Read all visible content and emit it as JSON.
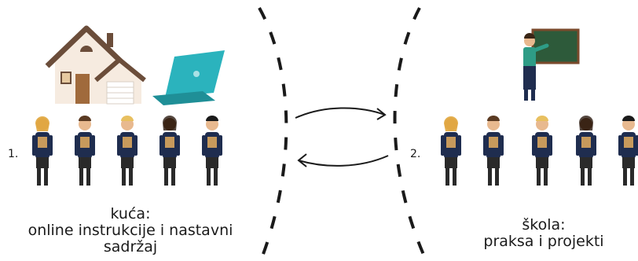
{
  "left_group": {
    "number": "1.",
    "caption_lines": [
      "kuća:",
      "online instrukcije i nastavni",
      "sadržaj"
    ]
  },
  "right_group": {
    "number": "2.",
    "caption_lines": [
      "škola:",
      "praksa i projekti"
    ]
  },
  "colors": {
    "house_wall": "#f6ebe0",
    "roof": "#6b4d3a",
    "laptop": "#2bb3bd",
    "laptop_dark": "#1f8f97",
    "uniform": "#1f2d4f",
    "skirt": "#2a2a2a",
    "chalkboard": "#2d5a3a",
    "chalk_frame": "#7a4a2c",
    "teacher_top": "#2e9c86",
    "teacher_pants": "#1f2d4f",
    "arrow": "#1a1a1a"
  }
}
